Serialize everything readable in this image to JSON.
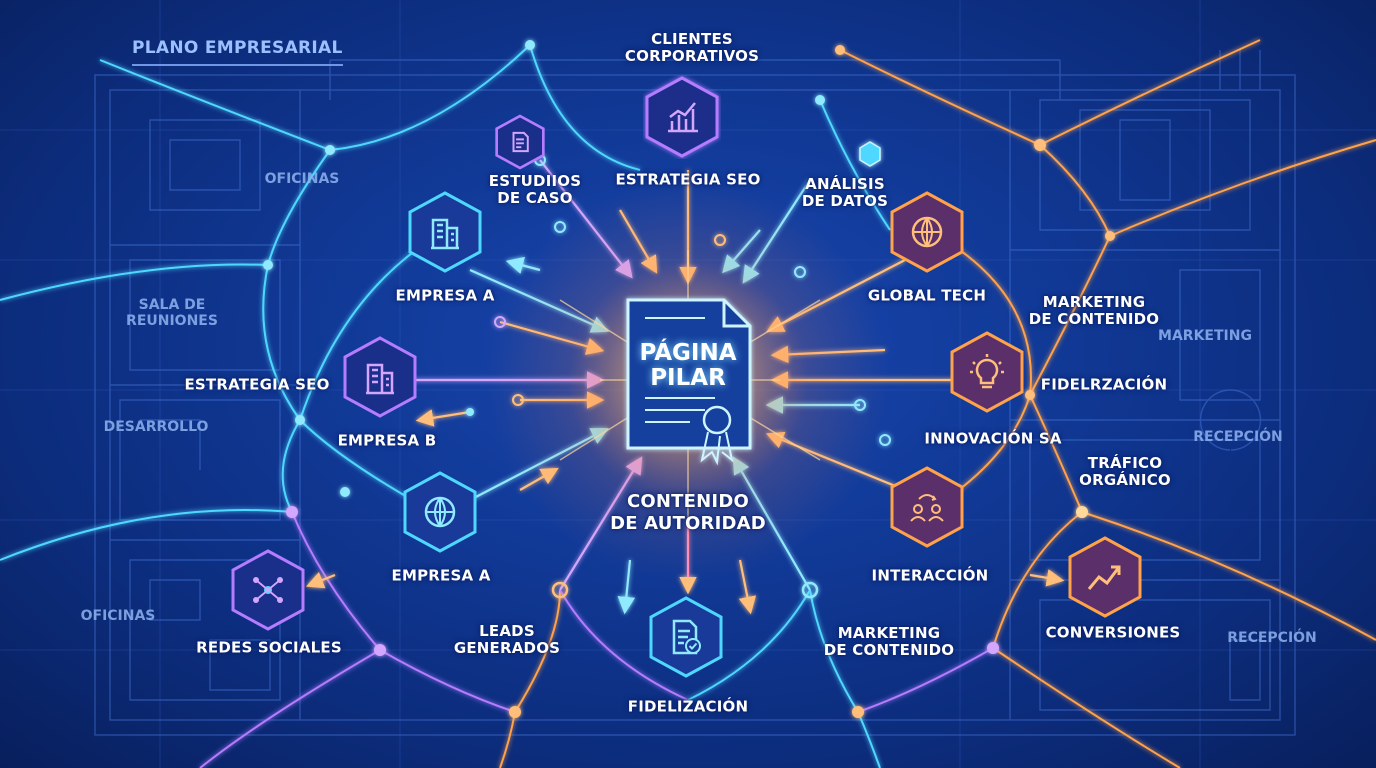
{
  "header": {
    "title": "PLANO EMPRESARIAL"
  },
  "center": {
    "label": "PÁGINA\nPILAR",
    "caption": "CONTENIDO\nDE AUTORIDAD"
  },
  "rooms": [
    {
      "id": "oficinas-1",
      "text": "OFICINAS"
    },
    {
      "id": "sala",
      "text": "SALA DE\nREUNIONES"
    },
    {
      "id": "desarrollo",
      "text": "DESARROLLO"
    },
    {
      "id": "oficinas-2",
      "text": "OFICINAS"
    },
    {
      "id": "marketing",
      "text": "MARKETING"
    },
    {
      "id": "recepcion-1",
      "text": "RECEPCIÓN"
    },
    {
      "id": "recepcion-2",
      "text": "RECEPCIÓN"
    }
  ],
  "labels": [
    {
      "id": "clientes",
      "text": "CLIENTES\nCORPORATIVOS"
    },
    {
      "id": "estudios",
      "text": "ESTUDIIOS\nDE CASO"
    },
    {
      "id": "estrategia-top",
      "text": "ESTRATEGIA SEO"
    },
    {
      "id": "analisis",
      "text": "ANÁLISIS\nDE DATOS"
    },
    {
      "id": "empresa-a-top",
      "text": "EMPRESA A"
    },
    {
      "id": "global-tech",
      "text": "GLOBAL TECH"
    },
    {
      "id": "marketing-top",
      "text": "MARKETING\nDE CONTENIDO"
    },
    {
      "id": "estrategia-left",
      "text": "ESTRATEGIA SEO"
    },
    {
      "id": "fidelrzacion",
      "text": "FIDELRZACIÓN"
    },
    {
      "id": "empresa-b",
      "text": "EMPRESA B"
    },
    {
      "id": "innovacion",
      "text": "INNOVACIÓN SA"
    },
    {
      "id": "trafico",
      "text": "TRÁFICO\nORGÁNICO"
    },
    {
      "id": "empresa-a-bottom",
      "text": "EMPRESA A"
    },
    {
      "id": "interaccion",
      "text": "INTERACCIÓN"
    },
    {
      "id": "conversiones",
      "text": "CONVERSIONES"
    },
    {
      "id": "redes",
      "text": "REDES SOCIALES"
    },
    {
      "id": "leads",
      "text": "LEADS\nGENERADOS"
    },
    {
      "id": "marketing-bottom",
      "text": "MARKETING\nDE CONTENIDO"
    },
    {
      "id": "fidelizacion",
      "text": "FIDELIZACIÓN"
    }
  ],
  "icons": [
    {
      "id": "chart",
      "icon": "bar-chart-icon",
      "color": "#b57cff"
    },
    {
      "id": "document",
      "icon": "document-icon",
      "color": "#b57cff"
    },
    {
      "id": "building-1",
      "icon": "building-icon",
      "color": "#4fd8ff"
    },
    {
      "id": "globe-orange",
      "icon": "globe-icon",
      "color": "#ffa24a"
    },
    {
      "id": "building-2",
      "icon": "building-icon",
      "color": "#b57cff"
    },
    {
      "id": "lightbulb",
      "icon": "lightbulb-icon",
      "color": "#ffa24a"
    },
    {
      "id": "globe-blue",
      "icon": "globe-icon",
      "color": "#4fd8ff"
    },
    {
      "id": "people",
      "icon": "people-icon",
      "color": "#ffa24a"
    },
    {
      "id": "network",
      "icon": "network-icon",
      "color": "#b57cff"
    },
    {
      "id": "checklist",
      "icon": "checklist-icon",
      "color": "#4fd8ff"
    },
    {
      "id": "trend",
      "icon": "trend-up-icon",
      "color": "#ffa24a"
    }
  ],
  "colors": {
    "cyan": "#4fd8ff",
    "purple": "#b57cff",
    "orange": "#ffa24a",
    "core": "#fff3c0"
  }
}
